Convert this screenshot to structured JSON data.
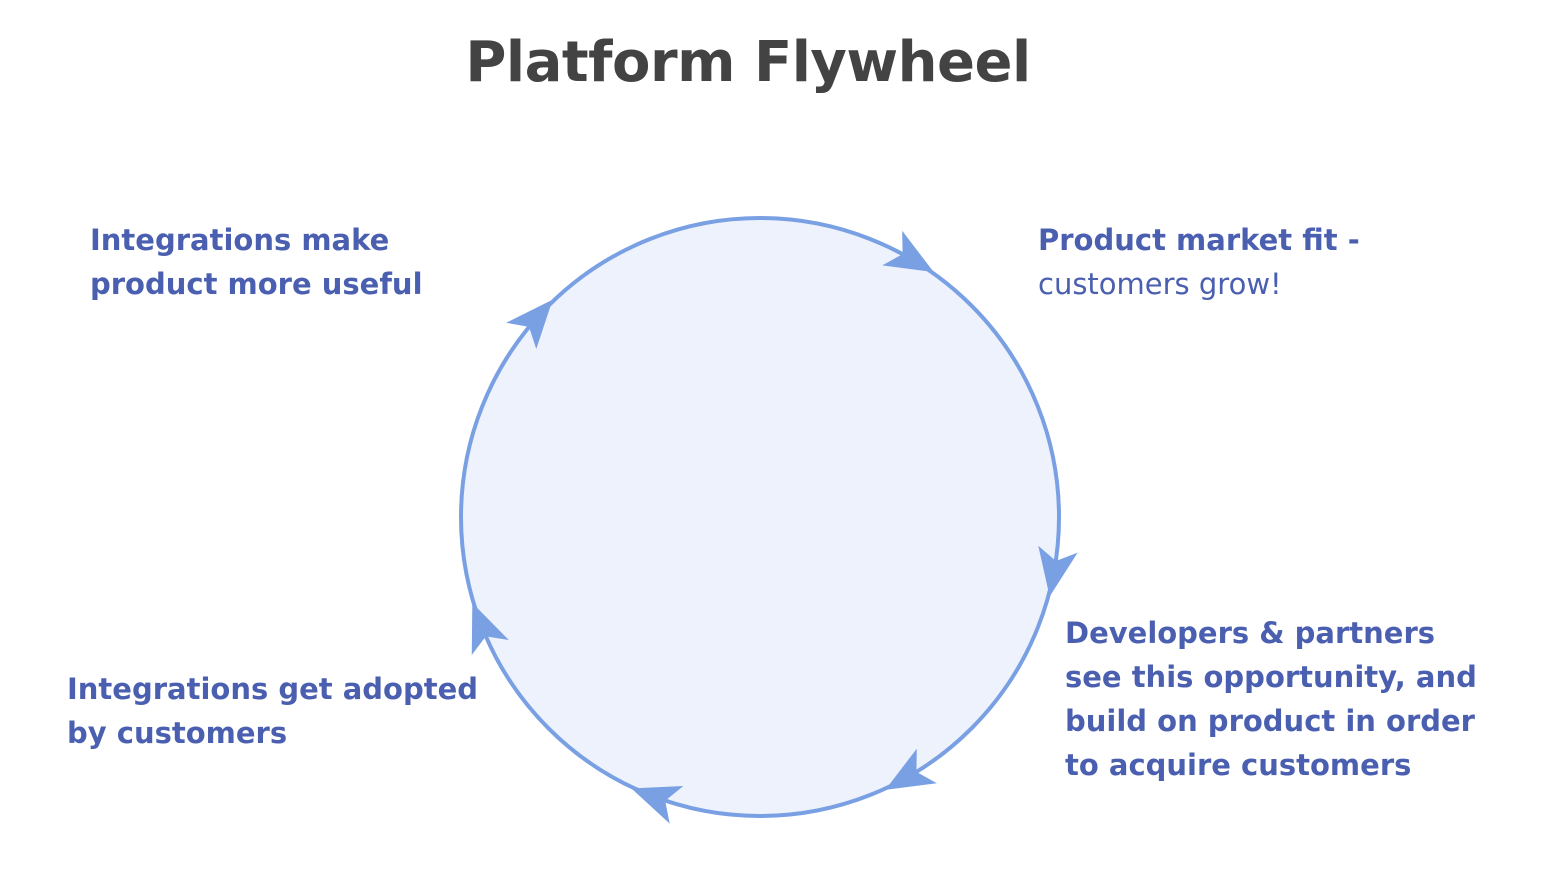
{
  "title": "Platform Flywheel",
  "colors": {
    "title": "#434343",
    "label": "#4a5fb0",
    "circle_stroke": "#7aa0e4",
    "circle_fill": "#edf2fc",
    "arrow": "#7aa0e4"
  },
  "labels": {
    "top_left": {
      "line1": "Integrations make",
      "line2": "product more useful"
    },
    "top_right": {
      "line1": "Product market fit -",
      "line2": "customers grow!"
    },
    "bottom_right": {
      "line1": "Developers & partners",
      "line2": "see this opportunity, and",
      "line3": "build on product  in order",
      "line4": "to acquire customers"
    },
    "bottom_left": {
      "line1": "Integrations get adopted",
      "line2": "by customers"
    }
  }
}
